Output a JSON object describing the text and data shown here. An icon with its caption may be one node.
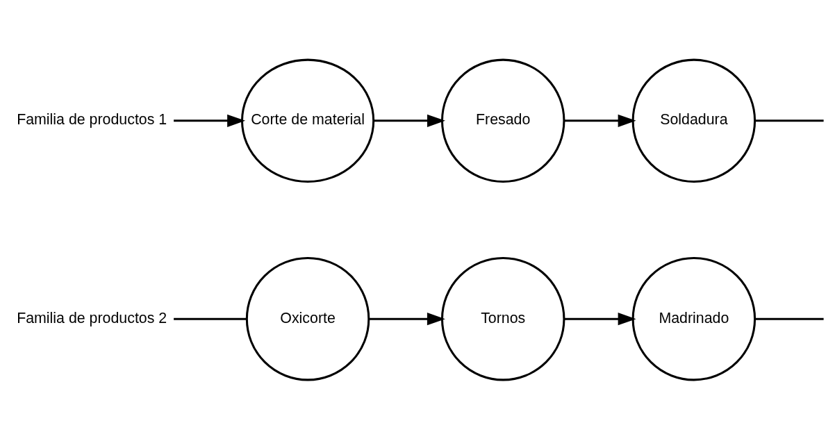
{
  "diagram": {
    "nodes": [
      {
        "text": [
          "Familia de productos 1"
        ]
      },
      {
        "text": [
          "Corte de material"
        ]
      },
      {
        "text": [
          "Fresado"
        ]
      },
      {
        "text": [
          "Soldadura"
        ]
      },
      {
        "text": [
          "Familia de productos 2"
        ]
      },
      {
        "text": [
          "Oxicorte"
        ]
      },
      {
        "text": [
          "Tornos"
        ]
      },
      {
        "text": [
          "Madrinado"
        ]
      }
    ],
    "edges": [
      {
        "from": 0,
        "to": 1,
        "arrow": "to"
      },
      {
        "from": 1,
        "to": 2,
        "arrow": "to"
      },
      {
        "from": 2,
        "to": 3,
        "arrow": "to"
      },
      {
        "from": 3,
        "to": null,
        "arrow": "none"
      },
      {
        "from": 4,
        "to": 5,
        "arrow": "none"
      },
      {
        "from": 5,
        "to": 6,
        "arrow": "to"
      },
      {
        "from": 6,
        "to": 7,
        "arrow": "to"
      },
      {
        "from": 7,
        "to": null,
        "arrow": "none"
      }
    ]
  }
}
